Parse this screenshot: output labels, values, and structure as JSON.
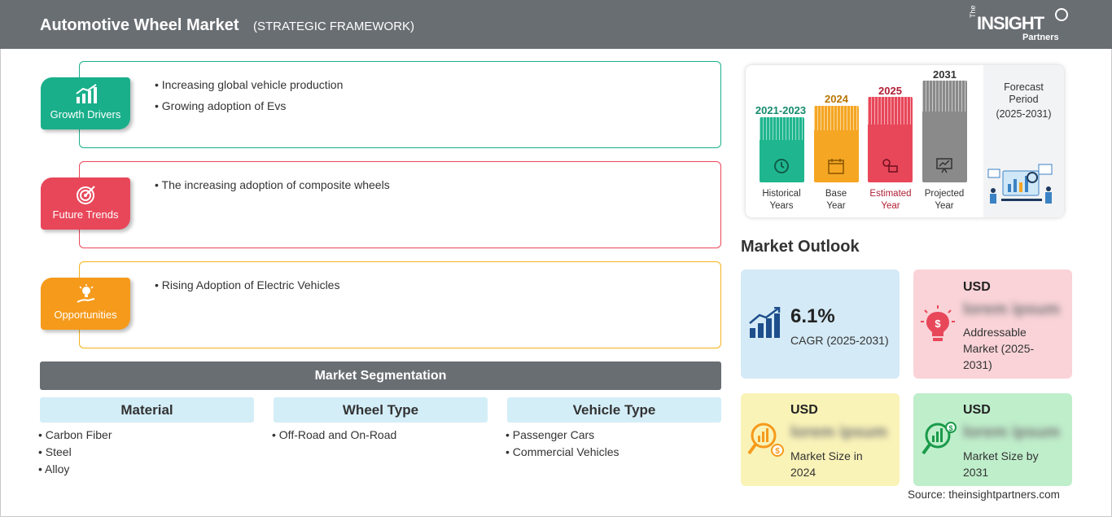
{
  "header": {
    "title": "Automotive Wheel Market",
    "subtitle": "(STRATEGIC FRAMEWORK)",
    "logo": {
      "the": "The",
      "insight": "INSIGHT",
      "partners": "Partners"
    }
  },
  "sections": [
    {
      "label": "Growth Drivers",
      "color": "#1aaf8b",
      "bullets": [
        "• Increasing global vehicle production",
        "• Growing adoption of Evs"
      ]
    },
    {
      "label": "Future Trends",
      "color": "#e8475a",
      "bullets": [
        "• The increasing adoption of composite wheels"
      ]
    },
    {
      "label": "Opportunities",
      "color": "#f59a1b",
      "bullets": [
        "• Rising Adoption of Electric Vehicles"
      ]
    }
  ],
  "segmentation": {
    "title": "Market Segmentation",
    "columns": [
      {
        "header": "Material",
        "items": [
          "• Carbon Fiber",
          "• Steel",
          "• Alloy"
        ]
      },
      {
        "header": "Wheel Type",
        "items": [
          "• Off-Road and On-Road"
        ]
      },
      {
        "header": "Vehicle Type",
        "items": [
          "• Passenger Cars",
          "• Commercial Vehicles"
        ]
      }
    ]
  },
  "timeline": {
    "bars": [
      {
        "year": "2021-2023",
        "label_1": "Historical",
        "label_2": "Years",
        "color": "#1fb68f",
        "year_color": "#148a6c"
      },
      {
        "year": "2024",
        "label_1": "Base",
        "label_2": "Year",
        "color": "#f5a623",
        "year_color": "#b87400"
      },
      {
        "year": "2025",
        "label_1": "Estimated",
        "label_2": "Year",
        "color": "#e8475a",
        "year_color": "#b01e34"
      },
      {
        "year": "2031",
        "label_1": "Projected",
        "label_2": "Year",
        "color": "#8a8a8a",
        "year_color": "#333333"
      }
    ],
    "forecast": {
      "line1": "Forecast",
      "line2": "Period",
      "line3": "(2025-2031)"
    }
  },
  "outlook": {
    "title": "Market Outlook",
    "cagr": {
      "value": "6.1%",
      "label": "CAGR (2025-2031)"
    },
    "addressable": {
      "currency": "USD",
      "value": "lorem ipsum",
      "label_1": "Addressable",
      "label_2": "Market (2025-",
      "label_3": "2031)"
    },
    "size_2024": {
      "currency": "USD",
      "value": "lorem ipsum",
      "label_1": "Market Size in",
      "label_2": "2024"
    },
    "size_2031": {
      "currency": "USD",
      "value": "lorem ipsum",
      "label_1": "Market Size by",
      "label_2": "2031"
    }
  },
  "source": "Source: theinsightpartners.com"
}
